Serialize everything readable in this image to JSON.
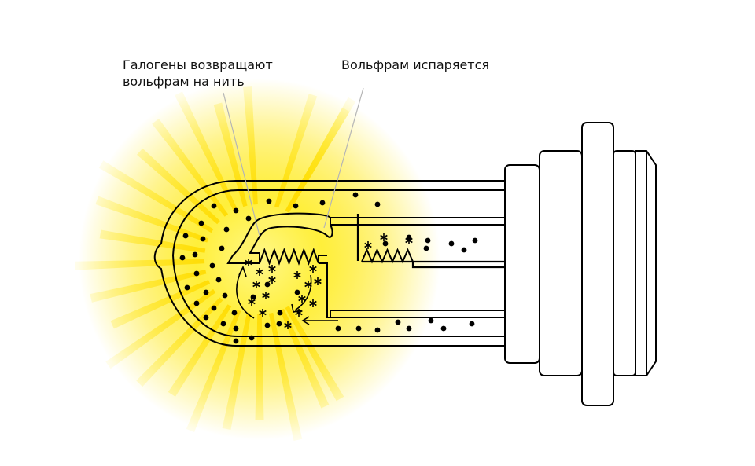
{
  "labels": {
    "halogens_line1": "Галогены возвращают",
    "halogens_line2": "вольфрам на нить",
    "tungsten": "Вольфрам испаряется"
  },
  "colors": {
    "glow": "#ffe600",
    "glow_core": "#fff36a",
    "ray": "#ffe000",
    "stroke": "#000000",
    "leader": "#b5b5b5",
    "particle": "#000000"
  },
  "icons": {
    "halogen_particle": "dot",
    "tungsten_particle": "asterisk"
  }
}
